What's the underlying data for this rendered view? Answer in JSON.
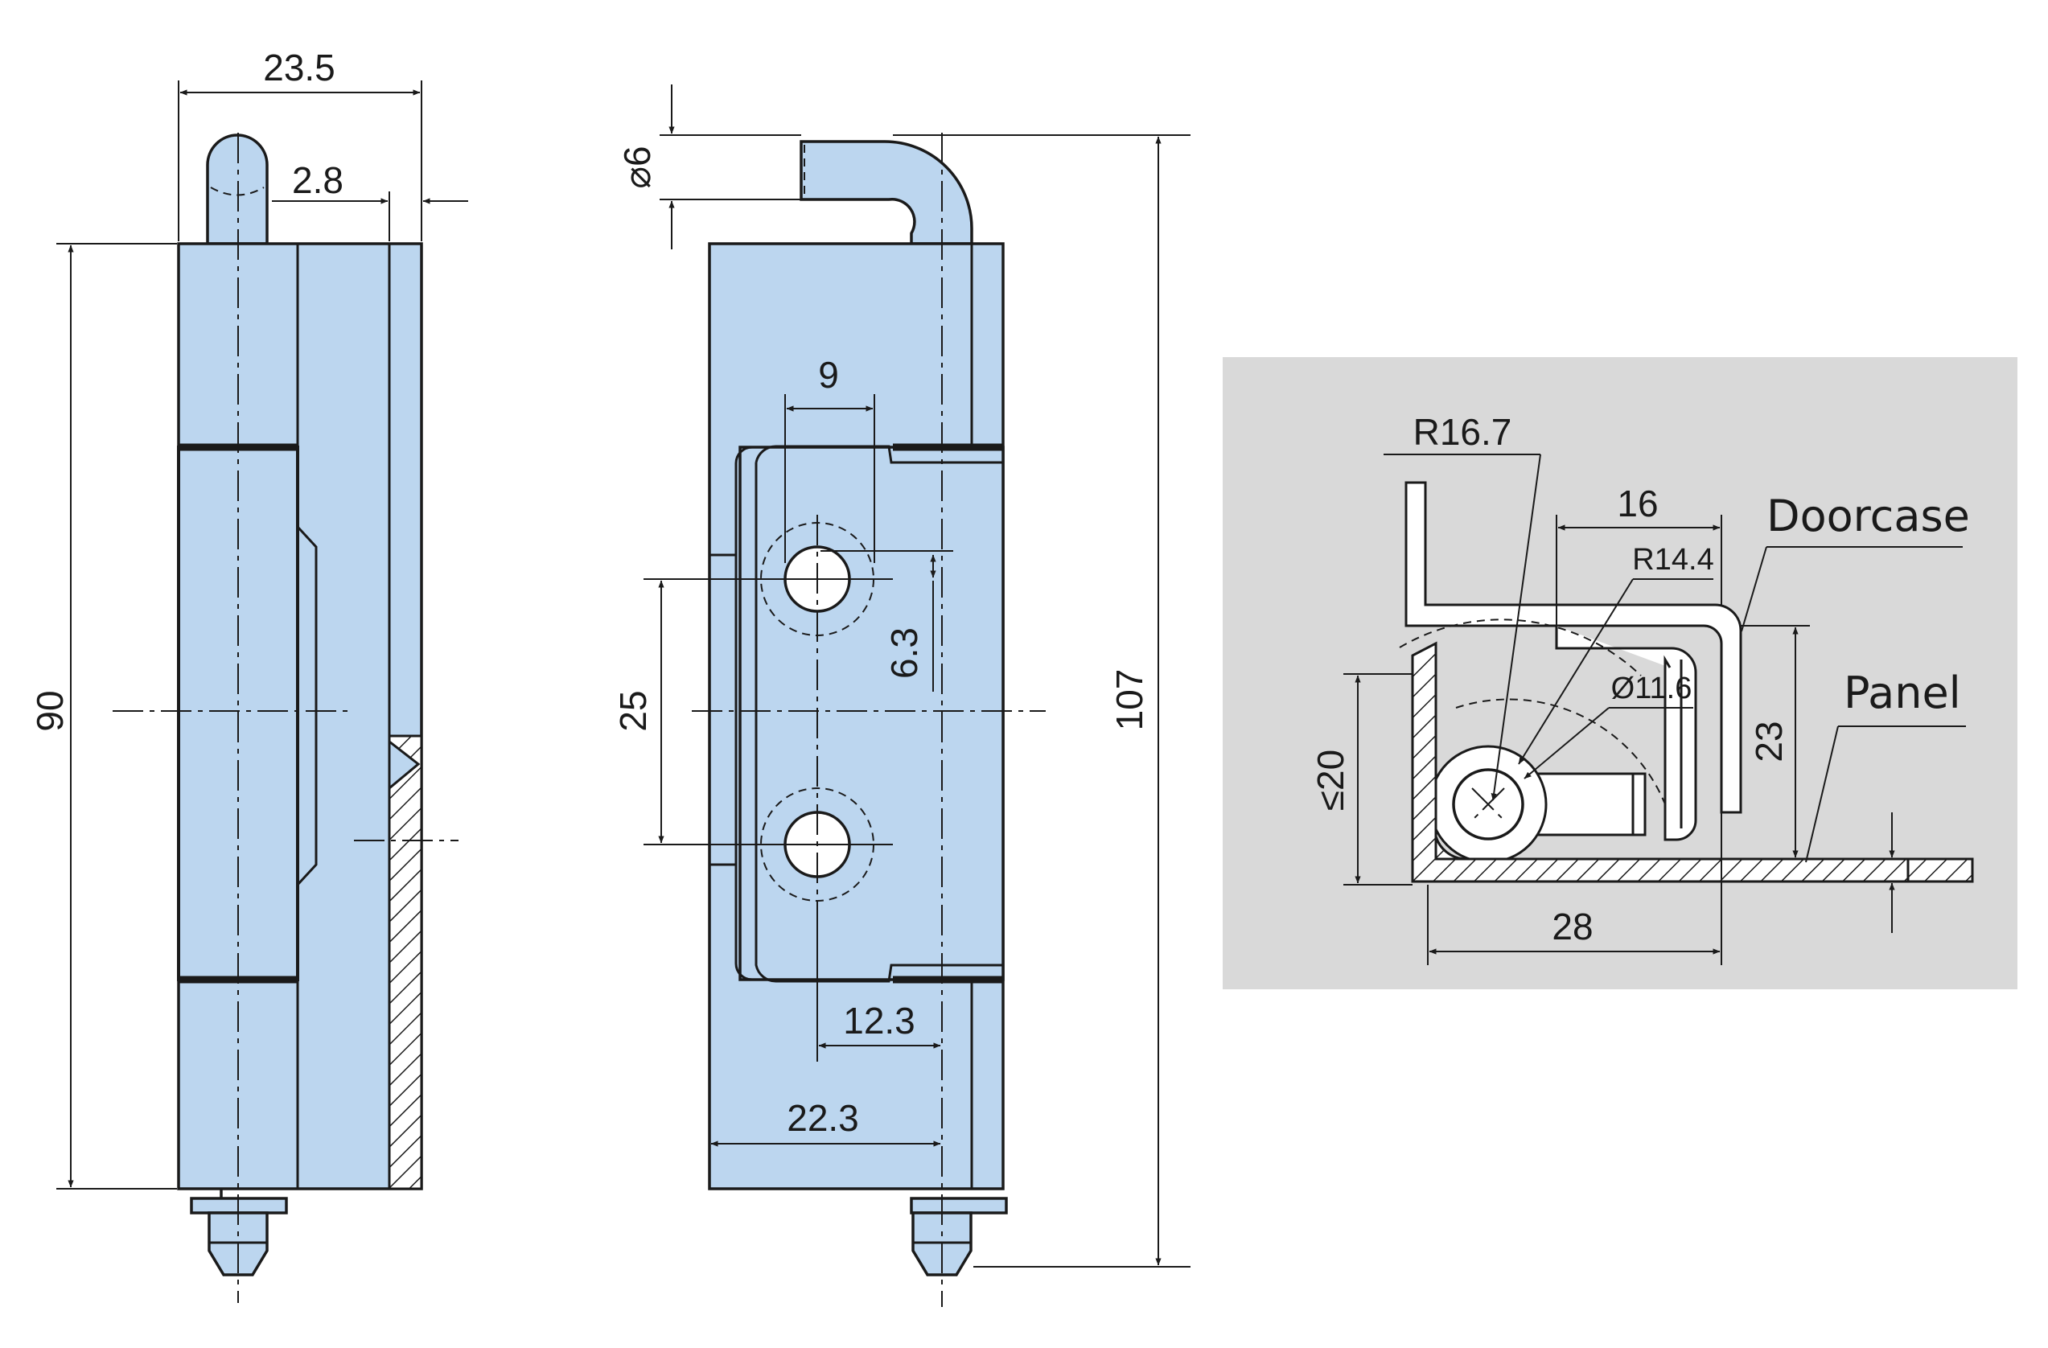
{
  "side_view": {
    "dimensions": {
      "width": "23.5",
      "offset": "2.8",
      "height": "90"
    }
  },
  "front_view": {
    "dimensions": {
      "pin_diameter": "⌀6",
      "hole_spacing_horizontal": "9",
      "hole_offset_vertical": "6.3",
      "hole_pitch": "25",
      "hole_offset_horizontal": "12.3",
      "base_width": "22.3",
      "overall_length": "107"
    }
  },
  "installation_view": {
    "background": "#d9d9d9",
    "dimensions": {
      "outer_radius": "R16.7",
      "top_width": "16",
      "inner_radius": "R14.4",
      "pin_diameter": "Ø11.6",
      "max_height": "≤20",
      "height": "23",
      "base_width": "28"
    },
    "labels": {
      "doorcase": "Doorcase",
      "panel": "Panel"
    }
  },
  "colors": {
    "part_fill": "#bcd6ef",
    "outline": "#1a1a1a"
  }
}
